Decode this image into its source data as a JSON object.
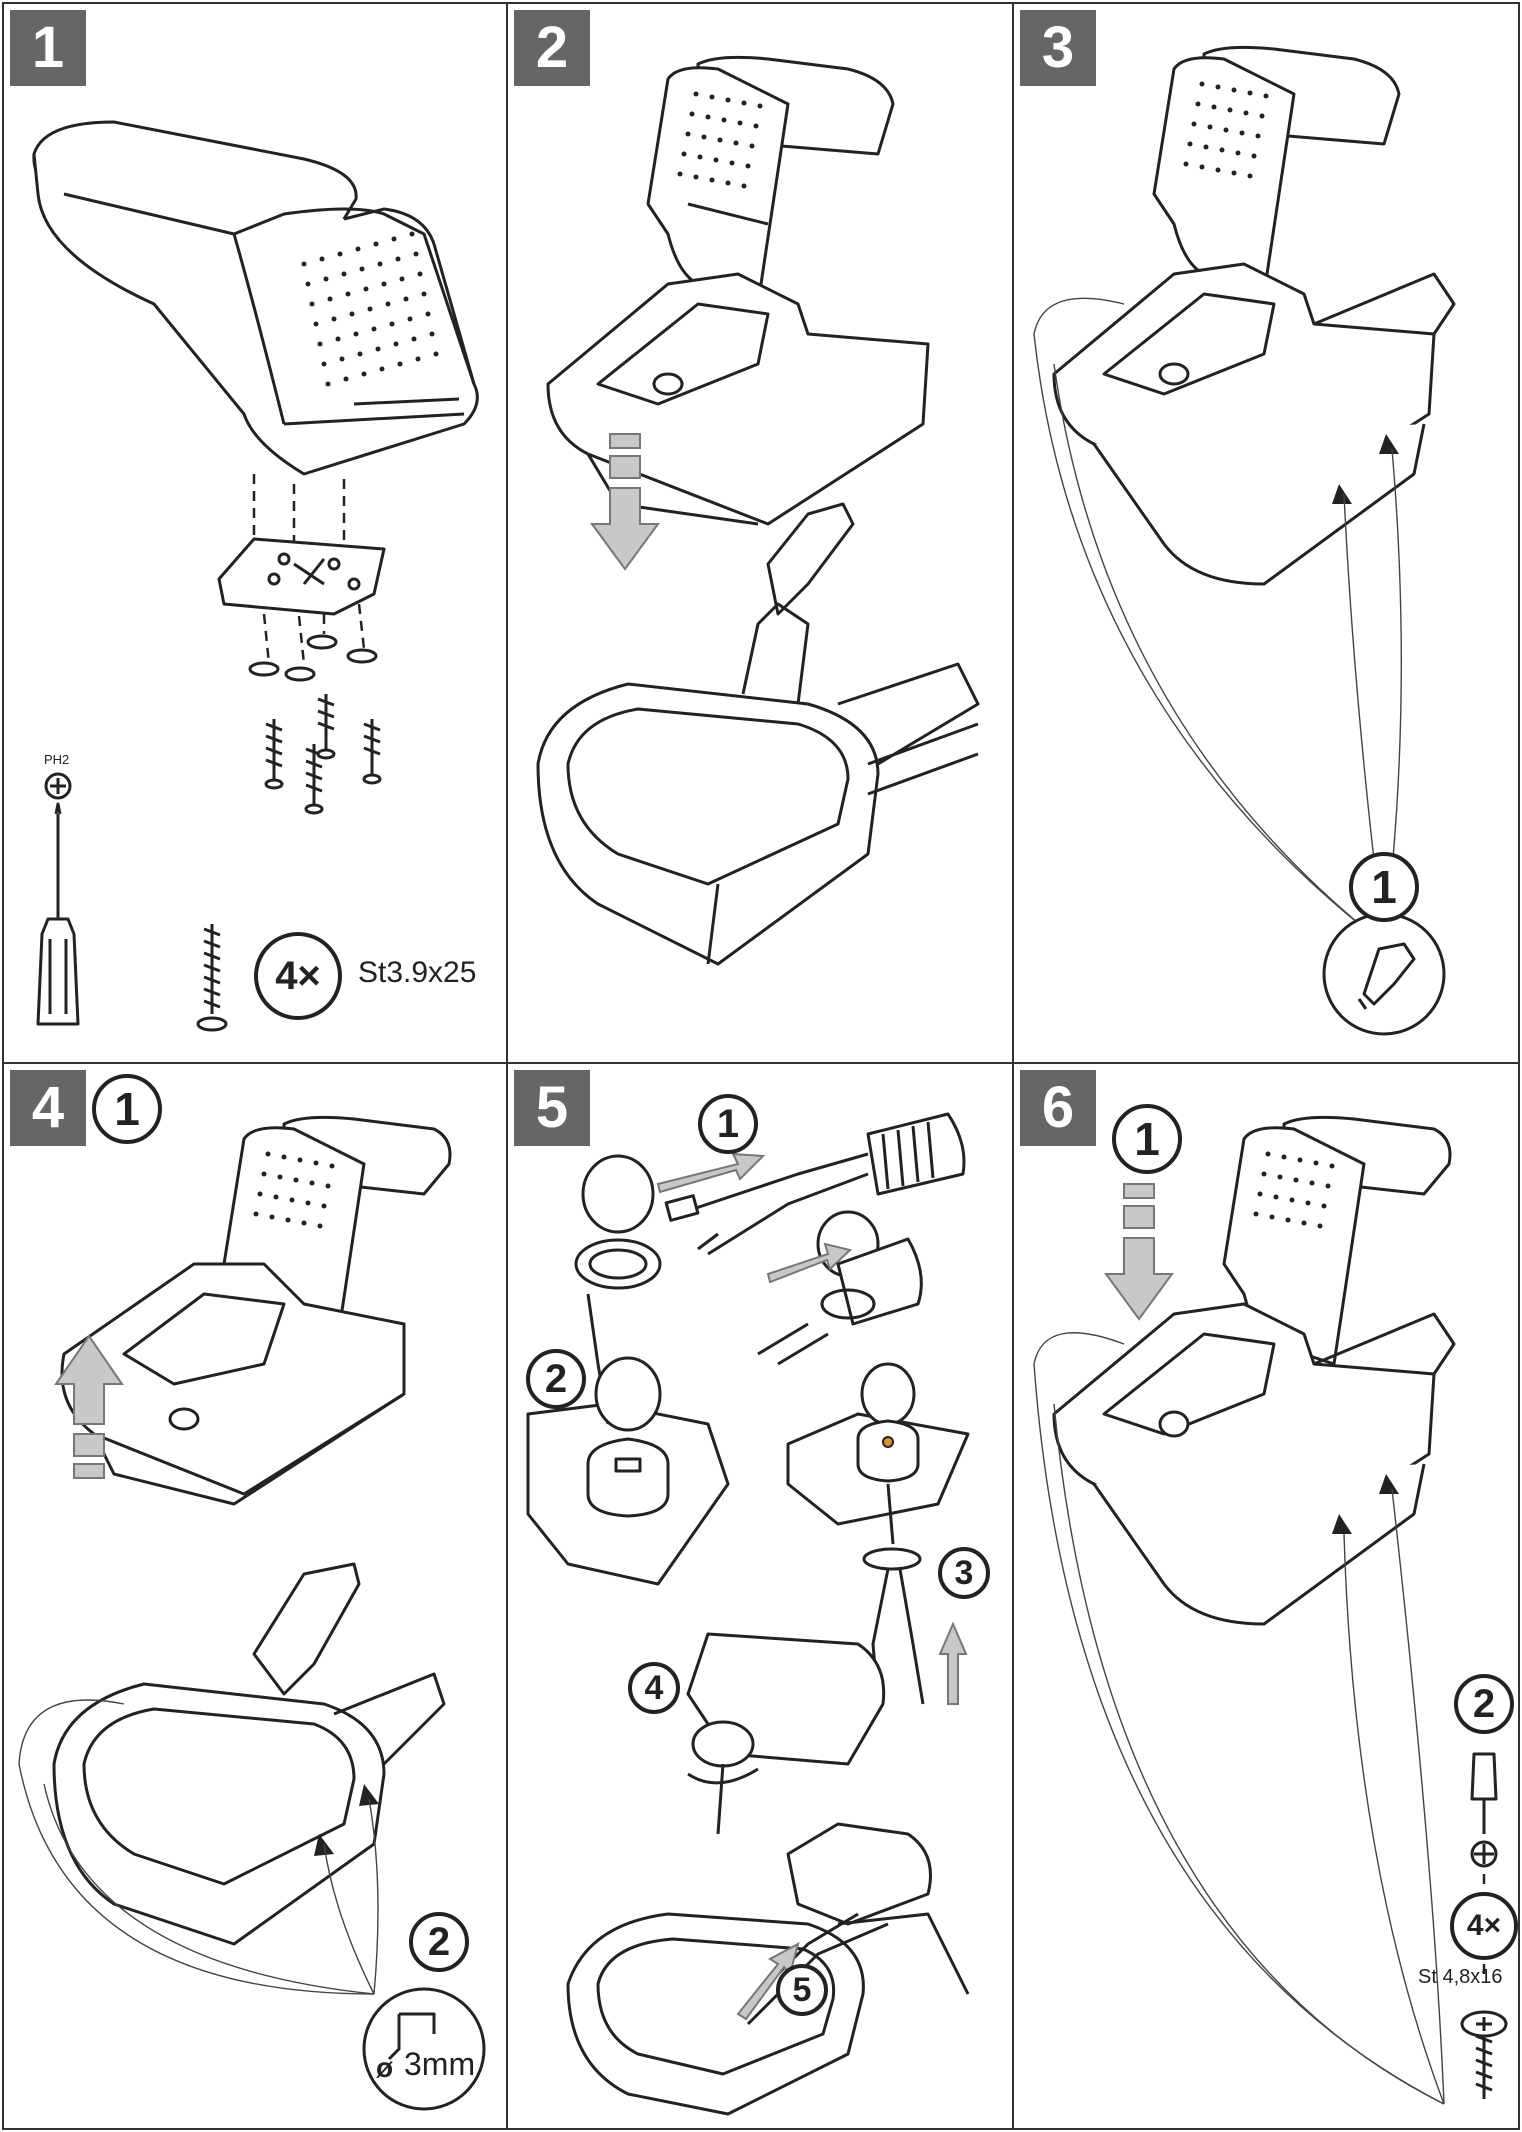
{
  "steps": [
    {
      "number": "1"
    },
    {
      "number": "2"
    },
    {
      "number": "3"
    },
    {
      "number": "4"
    },
    {
      "number": "5"
    },
    {
      "number": "6"
    }
  ],
  "step1": {
    "bit_label": "PH2",
    "screw_count": "4×",
    "screw_spec": "St3.9x25"
  },
  "step3": {
    "sub": "1"
  },
  "step4": {
    "sub1": "1",
    "sub2": "2",
    "drill": "3mm",
    "diameter_symbol": "ø"
  },
  "step5": {
    "sub1": "1",
    "sub2": "2",
    "sub3": "3",
    "sub4": "4",
    "sub5": "5"
  },
  "step6": {
    "sub1": "1",
    "sub2": "2",
    "screw_count": "4×",
    "screw_spec": "St 4,8x16"
  }
}
